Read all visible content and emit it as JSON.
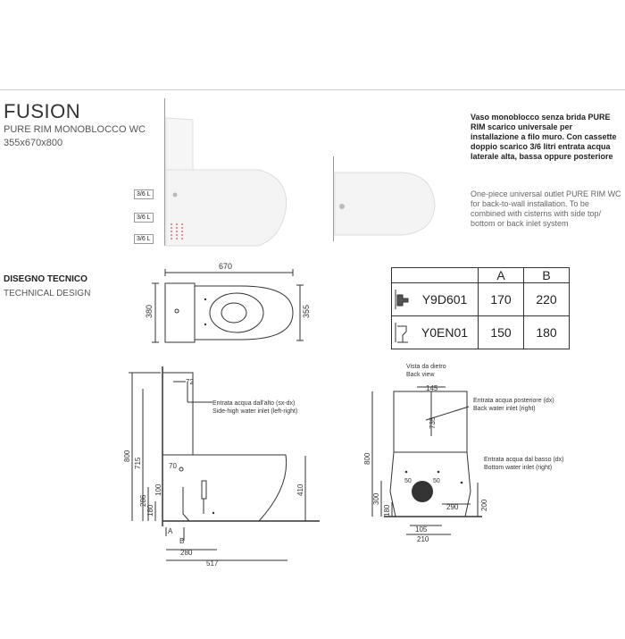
{
  "product": {
    "title": "FUSION",
    "subtitle": "PURE RIM MONOBLOCCO WC",
    "dimensions": "355x670x800"
  },
  "description": {
    "italian": "Vaso monoblocco senza brida PURE RIM scarico universale per installazione a filo muro. Con cassette doppio scarico 3/6 litri entrata acqua laterale alta, bassa oppure posteriore",
    "english": "One-piece universal outlet PURE RIM WC for back-to-wall installation. To be combined with cisterns with side top/ bottom or back inlet system"
  },
  "flush_labels": [
    "3/6 L",
    "3/6 L",
    "3/6 L"
  ],
  "section": {
    "title_it": "DISEGNO TECNICO",
    "title_en": "TECHNICAL DESIGN"
  },
  "spec_table": {
    "headers": [
      "A",
      "B"
    ],
    "rows": [
      {
        "icon": "back-inlet-outlet-icon",
        "code": "Y9D601",
        "a": "170",
        "b": "220"
      },
      {
        "icon": "floor-outlet-icon",
        "code": "Y0EN01",
        "a": "150",
        "b": "180"
      }
    ]
  },
  "top_view": {
    "width": "670",
    "depth_left": "380",
    "depth_right": "355"
  },
  "side_view": {
    "dims": [
      "72",
      "800",
      "715",
      "70",
      "286",
      "180",
      "100",
      "410",
      "280",
      "517",
      "A",
      "B"
    ],
    "annotation_it": "Entrata acqua dall'alto (sx-dx)",
    "annotation_en": "Side-high water inlet (left-right)"
  },
  "back_view": {
    "caption_it": "Vista da dietro",
    "caption_en": "Back view",
    "dims": [
      "145",
      "735",
      "800",
      "50",
      "50",
      "300",
      "180",
      "290",
      "200",
      "105",
      "210"
    ],
    "rear_inlet_it": "Entrata acqua posteriore (dx)",
    "rear_inlet_en": "Back water inlet (right)",
    "bottom_inlet_it": "Entrata acqua dal basso (dx)",
    "bottom_inlet_en": "Bottom water inlet (right)"
  },
  "colors": {
    "line": "#333333",
    "text": "#222222",
    "muted": "#666666"
  }
}
